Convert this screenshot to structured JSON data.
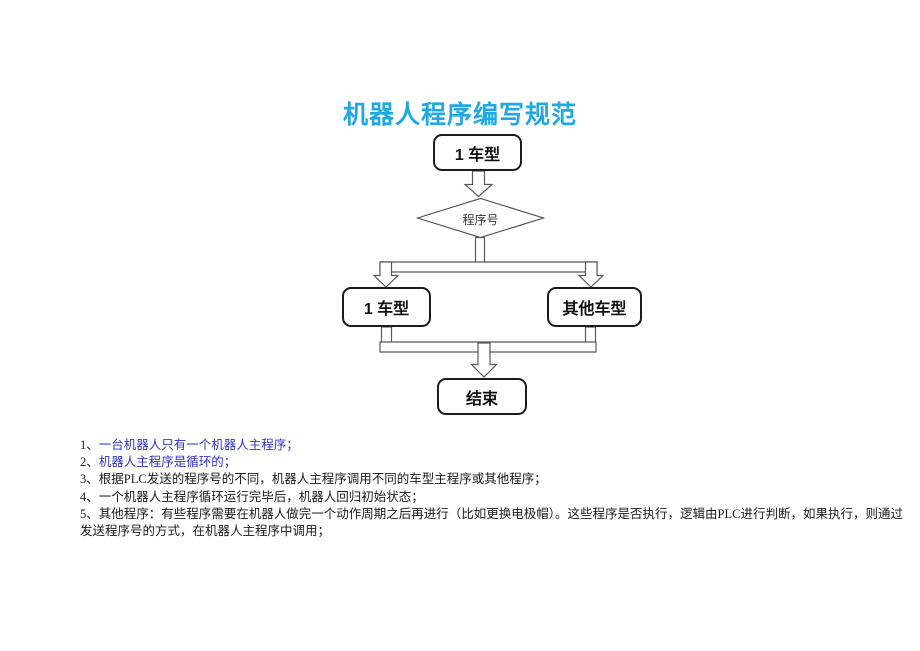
{
  "title": {
    "text": "机器人程序编写规范",
    "color": "#1fa9e4"
  },
  "flowchart": {
    "top_box": {
      "label": "1 车型"
    },
    "decision": {
      "label": "程序号"
    },
    "left_box": {
      "label": "1 车型"
    },
    "right_box": {
      "label": "其他车型"
    },
    "end_box": {
      "label": "结束"
    }
  },
  "notes": {
    "items": [
      {
        "num": "1、",
        "text": "一台机器人只有一个机器人主程序；",
        "color": "#3333cc"
      },
      {
        "num": "2、",
        "text": "机器人主程序是循环的；",
        "color": "#3333cc"
      },
      {
        "num": "3、",
        "text": "根据PLC发送的程序号的不同，机器人主程序调用不同的车型主程序或其他程序；",
        "color": "#1a1a1a"
      },
      {
        "num": "4、",
        "text": "一个机器人主程序循环运行完毕后，机器人回归初始状态；",
        "color": "#1a1a1a"
      },
      {
        "num": "5、",
        "text": "其他程序：有些程序需要在机器人做完一个动作周期之后再进行（比如更换电极帽）。这些程序是否执行，逻辑由PLC进行判断，如果执行，则通过发送程序号的方式，在机器人主程序中调用；",
        "color": "#1a1a1a"
      }
    ]
  },
  "colors": {
    "connector_outline": "#595959",
    "box_border": "#1c1c1c",
    "note_blue": "#3333cc",
    "body_text": "#1a1a1a"
  }
}
